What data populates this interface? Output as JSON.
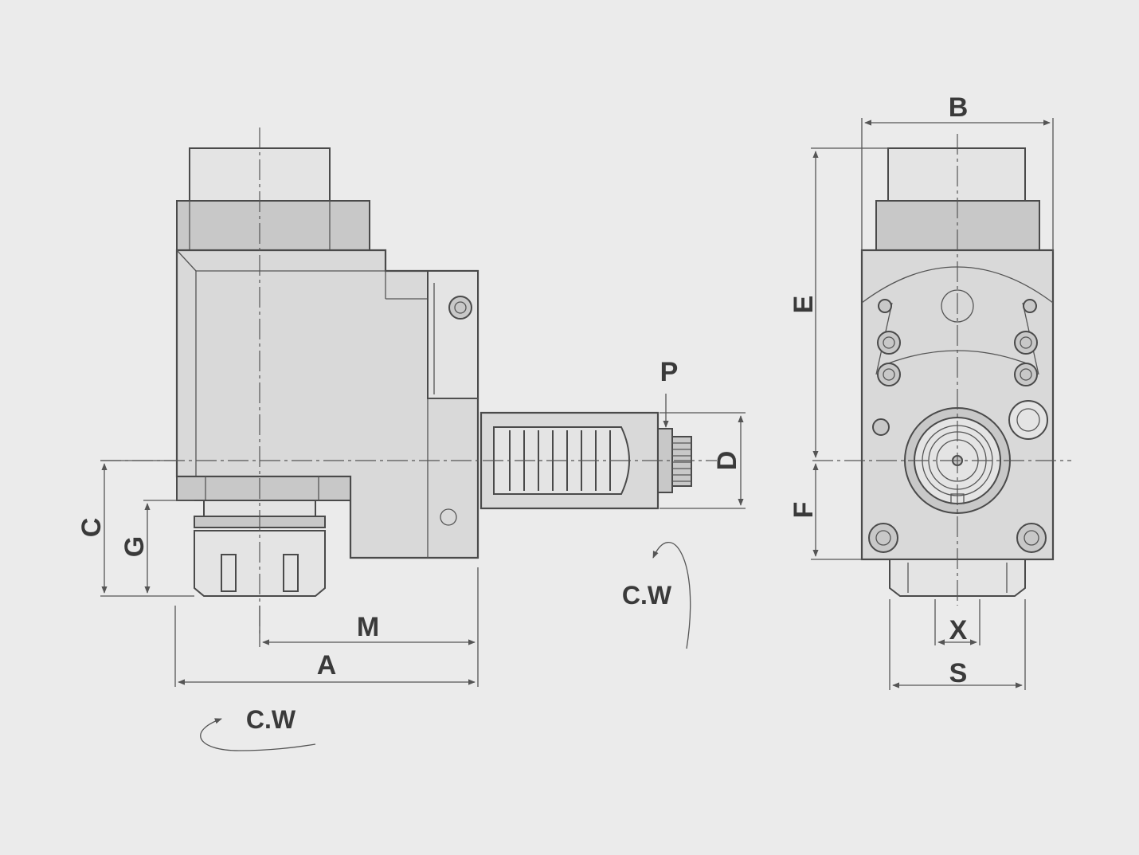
{
  "labels": {
    "A": "A",
    "M": "M",
    "C": "C",
    "G": "G",
    "D": "D",
    "P": "P",
    "B": "B",
    "E": "E",
    "F": "F",
    "X": "X",
    "S": "S",
    "rotation_output": "C.W",
    "rotation_input": "C.W"
  }
}
